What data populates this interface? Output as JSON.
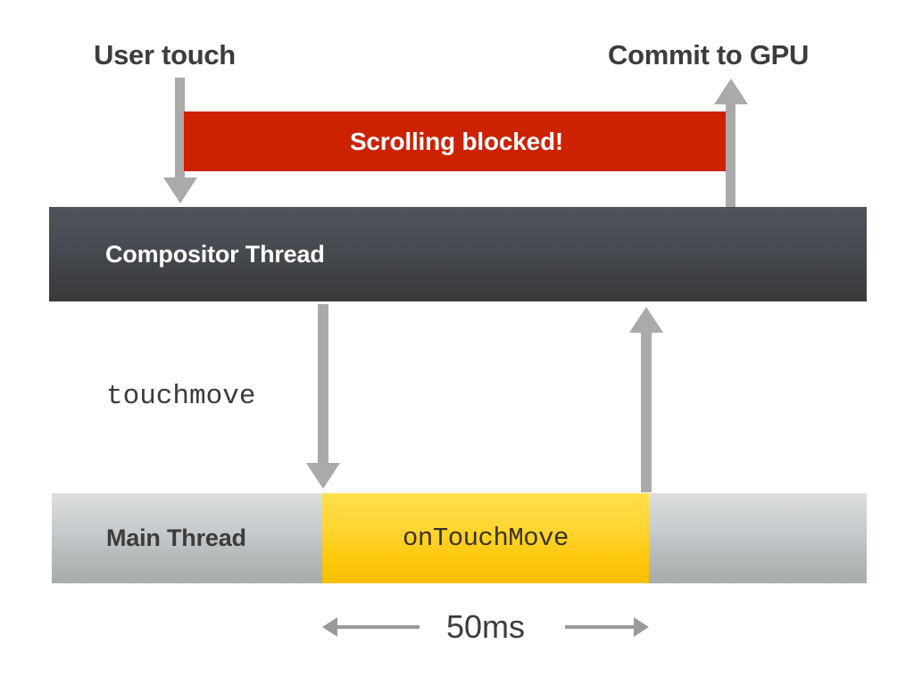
{
  "diagram": {
    "title_user_touch": "User touch",
    "title_commit_gpu": "Commit to GPU",
    "blocked_banner": {
      "label": "Scrolling blocked!",
      "color": "#cc2200",
      "text_color": "#ffffff"
    },
    "lanes": [
      {
        "id": "compositor-thread",
        "label": "Compositor Thread",
        "color_top": "#4e525a",
        "color_bottom": "#3b3b3b",
        "text_color": "#ffffff"
      },
      {
        "id": "main-thread",
        "label": "Main Thread",
        "color_top": "#dcdedf",
        "color_bottom": "#a8acad",
        "text_color": "#3c3c3c"
      }
    ],
    "task_block": {
      "label": "onTouchMove",
      "color_top": "#ffe04e",
      "color_bottom": "#f8bf00",
      "text_color": "#3a3320"
    },
    "event_label": "touchmove",
    "measure": {
      "label": "50ms",
      "color": "#9a9a9a"
    },
    "arrow_color": "#aaaaaa",
    "icons": {
      "arrow_down": "arrow-down-icon",
      "arrow_up": "arrow-up-icon",
      "measure_left": "arrow-left-icon",
      "measure_right": "arrow-right-icon"
    }
  }
}
